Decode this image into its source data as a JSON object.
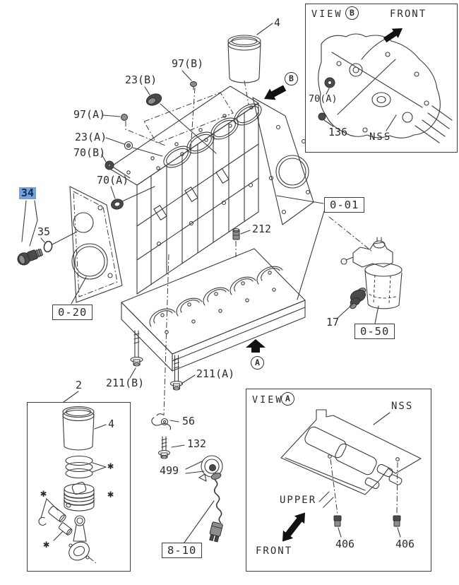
{
  "palette": {
    "line": "#3b3b3b",
    "highlight_bg": "#74a3d6",
    "highlight_text": "#0d2f5e"
  },
  "callouts": {
    "cyl_liner_top": "4",
    "plug_97_b": "97(B)",
    "plug_23_b": "23(B)",
    "plug_97_a": "97(A)",
    "plug_23_a": "23(A)",
    "plug_70_b": "70(B)",
    "seal_70_a": "70(A)",
    "plug_34": "34",
    "oring_35": "35",
    "plug_212": "212",
    "switch_17": "17",
    "bolt_211_b": "211(B)",
    "bolt_211_a": "211(A)",
    "piston_set_2": "2",
    "cyl_liner_kit": "4",
    "clamp_56": "56",
    "bolt_132": "132",
    "sensor_499": "499",
    "asterisk": "✱"
  },
  "ref_boxes": {
    "rear_plate": "0-20",
    "cylinder_block": "0-01",
    "oil_filter": "0-50",
    "oil_level_gauge": "8-10"
  },
  "markers": {
    "view_b": "B",
    "view_a": "A"
  },
  "view_b": {
    "view": "VIEW",
    "letter": "B",
    "front": "FRONT",
    "plug_70_a": "70(A)",
    "plug_136": "136",
    "nss": "NSS"
  },
  "view_a": {
    "view": "VIEW",
    "letter": "A",
    "nss": "NSS",
    "upper": "UPPER",
    "front": "FRONT",
    "plug_406_left": "406",
    "plug_406_right": "406"
  }
}
